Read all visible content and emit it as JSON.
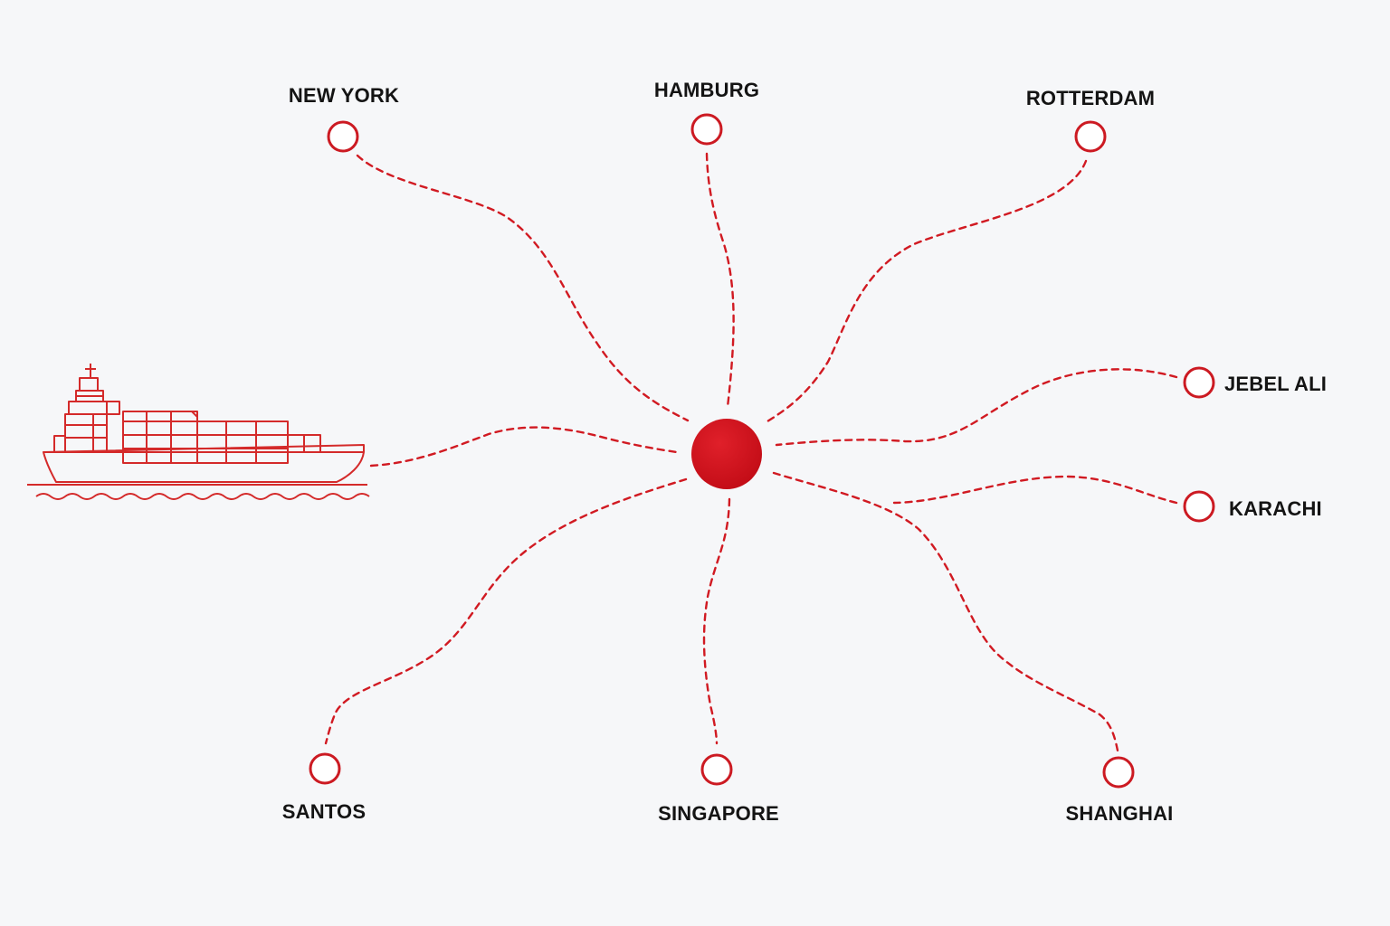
{
  "hub": {
    "color": "#d0101c",
    "icon": "hub-dot"
  },
  "route_color": "#d11a22",
  "ship": {
    "icon": "container-ship-icon",
    "color": "#d42a2a"
  },
  "ports": [
    {
      "id": "new-york",
      "name": "NEW YORK"
    },
    {
      "id": "hamburg",
      "name": "HAMBURG"
    },
    {
      "id": "rotterdam",
      "name": "ROTTERDAM"
    },
    {
      "id": "jebel-ali",
      "name": "JEBEL ALI"
    },
    {
      "id": "karachi",
      "name": "KARACHI"
    },
    {
      "id": "shanghai",
      "name": "SHANGHAI"
    },
    {
      "id": "singapore",
      "name": "SINGAPORE"
    },
    {
      "id": "santos",
      "name": "SANTOS"
    }
  ]
}
